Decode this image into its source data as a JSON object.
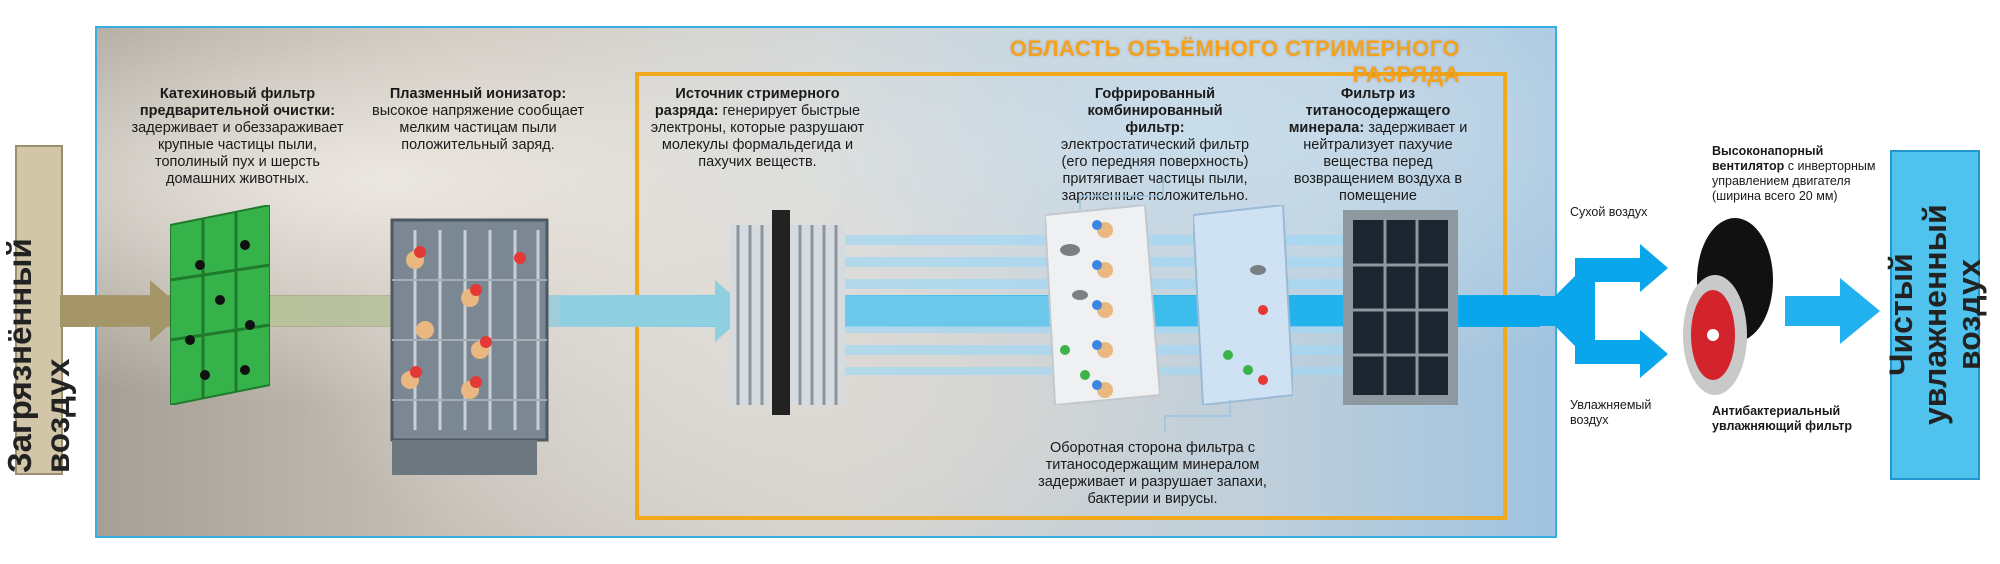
{
  "zone_title": "ОБЛАСТЬ ОБЪЁМНОГО СТРИМЕРНОГО РАЗРЯДА",
  "left_label": "Загрязнённый воздух",
  "right_label": "Чистый увлажненный воздух",
  "steps": [
    {
      "title": "Катехиновый фильтр предварительной очистки:",
      "text": "задерживает и обеззараживает крупные частицы пыли, тополиный пух и шерсть домашних животных."
    },
    {
      "title": "Плазменный ионизатор:",
      "text": "высокое напряжение сообщает мелким частицам пыли положительный заряд."
    },
    {
      "title": "Источник стримерного разряда:",
      "text": "генерирует быстрые электроны, которые разрушают молекулы формальдегида и пахучих веществ."
    },
    {
      "title": "Гофрированный комбинированный фильтр:",
      "text": "электростатический фильтр (его передняя поверхность) притягивает частицы пыли, заряженные положительно."
    },
    {
      "title": "Фильтр из титаносодержащего минерала:",
      "text": "задерживает и нейтрализует пахучие вещества перед возвращением воздуха в помещение"
    }
  ],
  "back_side_text": "Оборотная сторона фильтра с титаносодержащим минералом задерживает и разрушает запахи, бактерии и вирусы.",
  "dry_air": "Сухой воздух",
  "humid_air": "Увлажняемый воздух",
  "fan_title": "Высоконапорный вентилятор",
  "fan_text": "с инверторным управлением двигателя (ширина всего 20 мм)",
  "humid_filter": "Антибактериальный увлажняющий фильтр",
  "colors": {
    "zone_border": "#f2a81b",
    "frame_border": "#38aee2",
    "clean_air": "#4fc3ee",
    "dirty_air": "#d2c6a8"
  }
}
